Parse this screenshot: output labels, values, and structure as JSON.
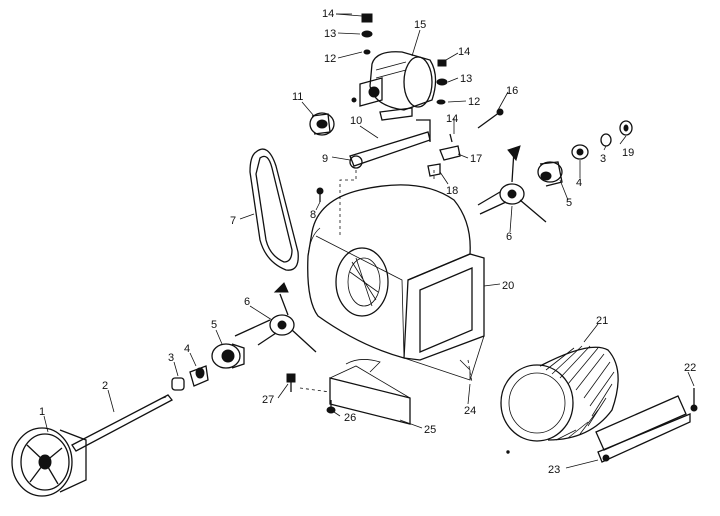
{
  "callouts": [
    {
      "id": "c1",
      "text": "1"
    },
    {
      "id": "c2",
      "text": "2"
    },
    {
      "id": "c3a",
      "text": "3"
    },
    {
      "id": "c4a",
      "text": "4"
    },
    {
      "id": "c5a",
      "text": "5"
    },
    {
      "id": "c6a",
      "text": "6"
    },
    {
      "id": "c7",
      "text": "7"
    },
    {
      "id": "c8",
      "text": "8"
    },
    {
      "id": "c9",
      "text": "9"
    },
    {
      "id": "c10",
      "text": "10"
    },
    {
      "id": "c11",
      "text": "11"
    },
    {
      "id": "c12a",
      "text": "12"
    },
    {
      "id": "c13a",
      "text": "13"
    },
    {
      "id": "c14a",
      "text": "14"
    },
    {
      "id": "c15",
      "text": "15"
    },
    {
      "id": "c14b",
      "text": "14"
    },
    {
      "id": "c13b",
      "text": "13"
    },
    {
      "id": "c12b",
      "text": "12"
    },
    {
      "id": "c16",
      "text": "16"
    },
    {
      "id": "c14c",
      "text": "14"
    },
    {
      "id": "c17",
      "text": "17"
    },
    {
      "id": "c18",
      "text": "18"
    },
    {
      "id": "c3b",
      "text": "3"
    },
    {
      "id": "c4b",
      "text": "4"
    },
    {
      "id": "c19",
      "text": "19"
    },
    {
      "id": "c5b",
      "text": "5"
    },
    {
      "id": "c6b",
      "text": "6"
    },
    {
      "id": "c20",
      "text": "20"
    },
    {
      "id": "c21",
      "text": "21"
    },
    {
      "id": "c22",
      "text": "22"
    },
    {
      "id": "c23",
      "text": "23"
    },
    {
      "id": "c24",
      "text": "24"
    },
    {
      "id": "c25",
      "text": "25"
    },
    {
      "id": "c26",
      "text": "26"
    },
    {
      "id": "c27",
      "text": "27"
    }
  ]
}
